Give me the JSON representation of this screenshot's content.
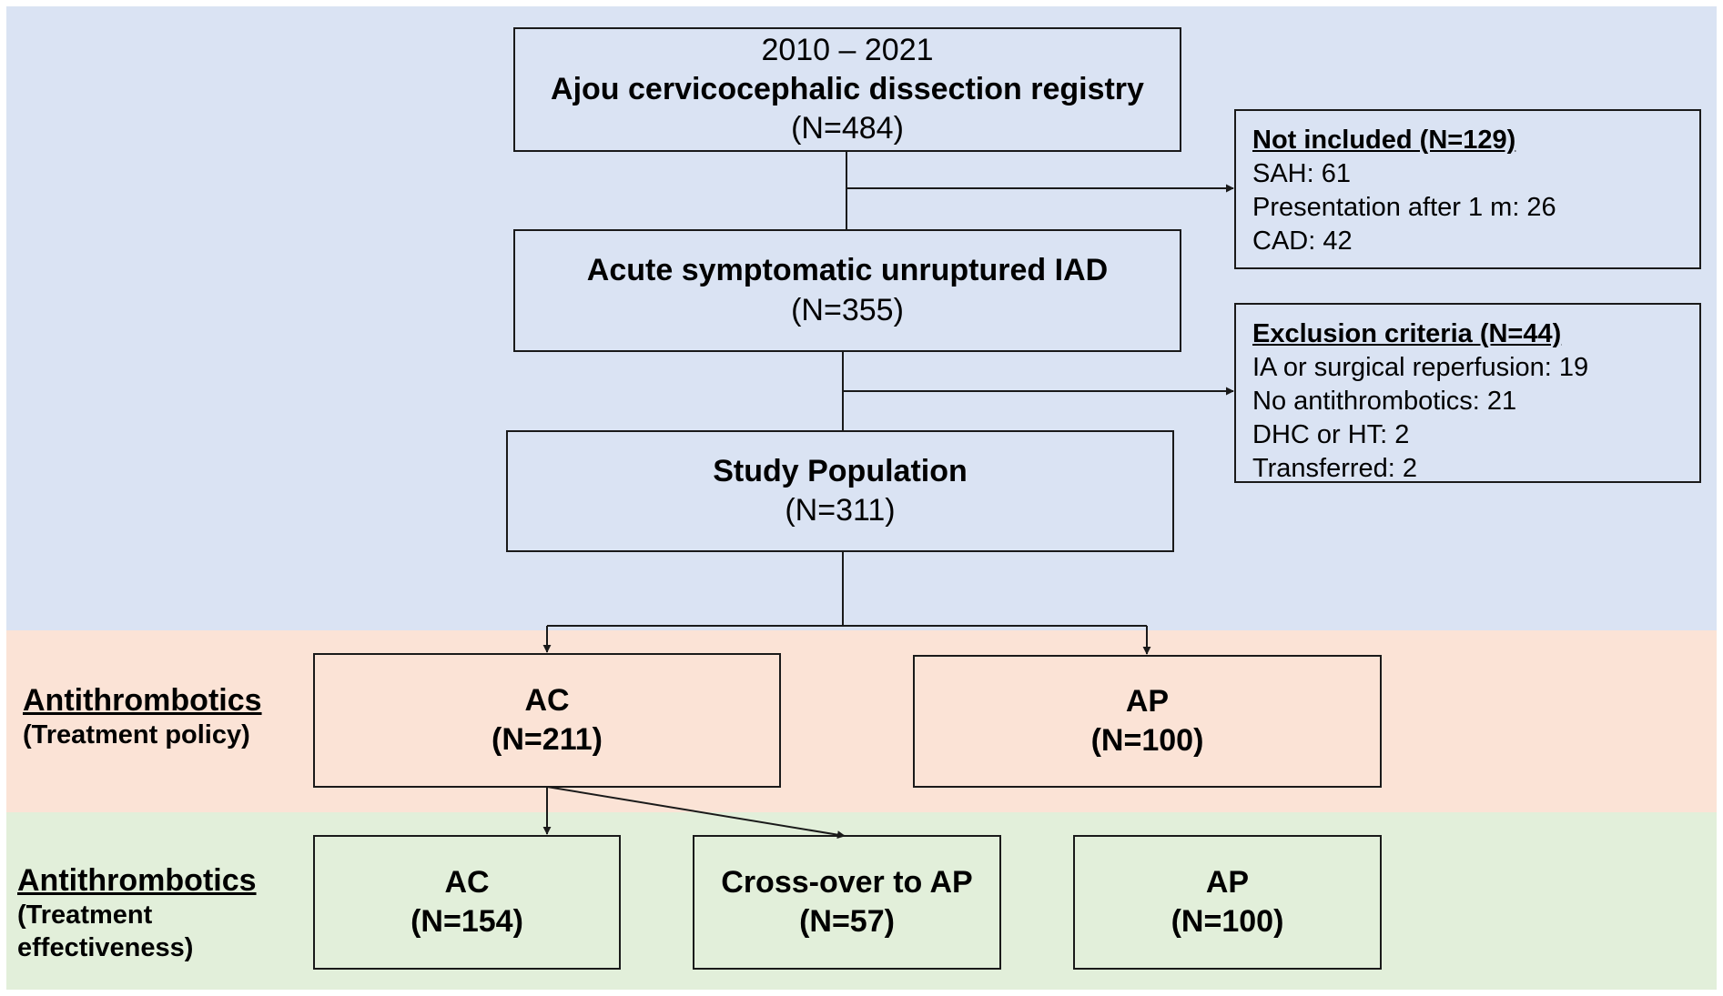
{
  "registry": {
    "years": "2010 – 2021",
    "title": "Ajou cervicocephalic dissection registry",
    "n": "(N=484)"
  },
  "acute": {
    "title": "Acute symptomatic unruptured IAD",
    "n": "(N=355)"
  },
  "study": {
    "title": "Study Population",
    "n": "(N=311)"
  },
  "not_included": {
    "heading": "Not included (N=129)",
    "items": [
      "SAH: 61",
      "Presentation after 1 m: 26",
      "CAD: 42"
    ]
  },
  "exclusion": {
    "heading": "Exclusion criteria (N=44)",
    "items": [
      "IA or surgical reperfusion: 19",
      "No antithrombotics: 21",
      "DHC or HT: 2",
      "Transferred: 2"
    ]
  },
  "policy_row": {
    "label": "Antithrombotics",
    "sub": "(Treatment policy)",
    "ac": {
      "title": "AC",
      "n": "(N=211)"
    },
    "ap": {
      "title": "AP",
      "n": "(N=100)"
    }
  },
  "effect_row": {
    "label": "Antithrombotics",
    "sub_line1": "(Treatment",
    "sub_line2": "effectiveness)",
    "ac": {
      "title": "AC",
      "n": "(N=154)"
    },
    "crossover": {
      "title": "Cross-over to AP",
      "n": "(N=57)"
    },
    "ap": {
      "title": "AP",
      "n": "(N=100)"
    }
  },
  "colors": {
    "band_top": "#dae3f3",
    "band_policy": "#fbe3d6",
    "band_effect": "#e2efda"
  }
}
